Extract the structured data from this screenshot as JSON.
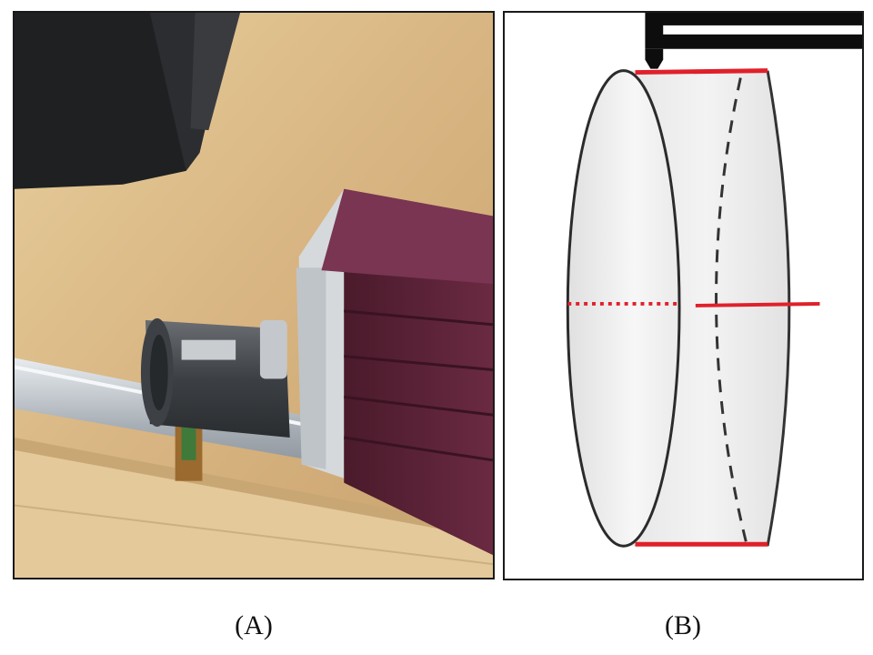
{
  "figure": {
    "panel_a": {
      "caption": "(A)",
      "content": "photograph"
    },
    "panel_b": {
      "caption": "(B)",
      "content": "cylinder-diagram"
    }
  },
  "colors": {
    "background": "#ffffff",
    "border": "#1a1a1a",
    "measure_line": "#e0202a",
    "cylinder_fill": "#ebebeb",
    "wood": "#d9b987",
    "housing": "#5a2236",
    "rod": "#b9bec4"
  }
}
